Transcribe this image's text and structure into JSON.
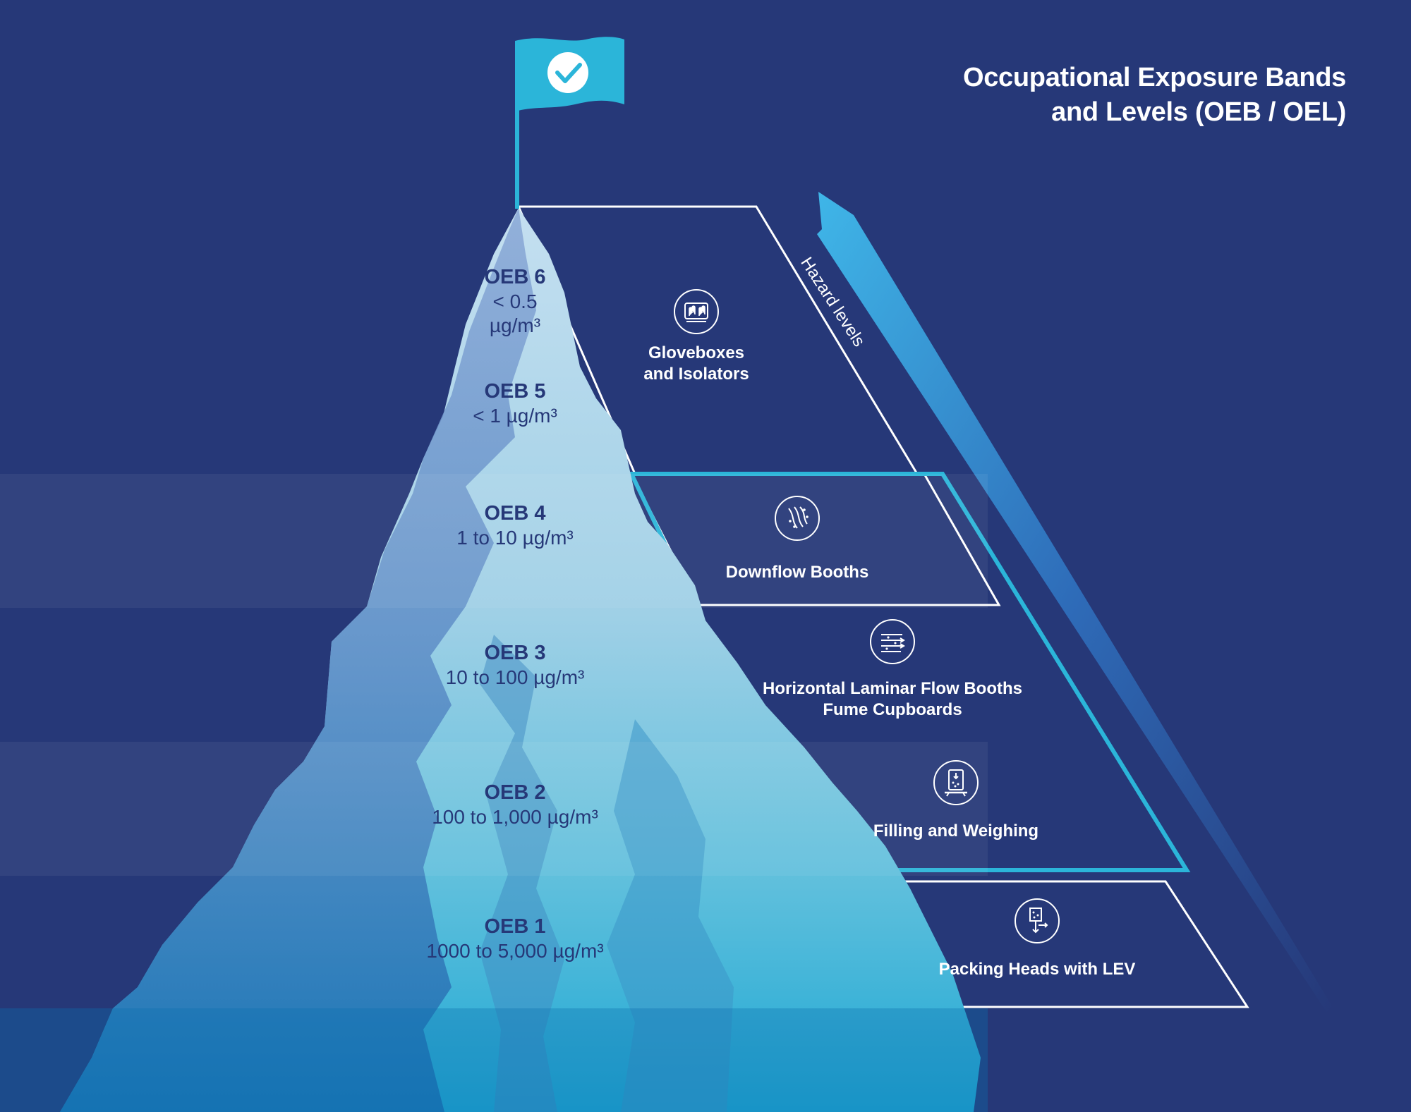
{
  "title": {
    "line1": "Occupational Exposure Bands",
    "line2": "and Levels (OEB / OEL)"
  },
  "hazard_label": "Hazard levels",
  "bands": [
    {
      "name": "OEB 6",
      "range_line1": "< 0.5",
      "range_line2": "µg/m³"
    },
    {
      "name": "OEB 5",
      "range": "< 1 µg/m³"
    },
    {
      "name": "OEB 4",
      "range": "1 to 10 µg/m³"
    },
    {
      "name": "OEB 3",
      "range": "10 to 100 µg/m³"
    },
    {
      "name": "OEB 2",
      "range": "100 to 1,000 µg/m³"
    },
    {
      "name": "OEB 1",
      "range": "1000 to 5,000 µg/m³"
    }
  ],
  "controls": [
    {
      "icon": "glovebox-icon",
      "line1": "Gloveboxes",
      "line2": "and Isolators"
    },
    {
      "icon": "downflow-icon",
      "line1": "Downflow Booths"
    },
    {
      "icon": "laminar-flow-icon",
      "line1": "Horizontal Laminar Flow Booths",
      "line2": "Fume Cupboards"
    },
    {
      "icon": "scale-icon",
      "line1": "Filling and Weighing"
    },
    {
      "icon": "packing-head-icon",
      "line1": "Packing Heads with LEV"
    }
  ],
  "colors": {
    "background": "#263878",
    "flag": "#2bb5d9",
    "highlight_outline": "#2bb5d9",
    "outline": "#ffffff",
    "band_text": "#263878"
  }
}
